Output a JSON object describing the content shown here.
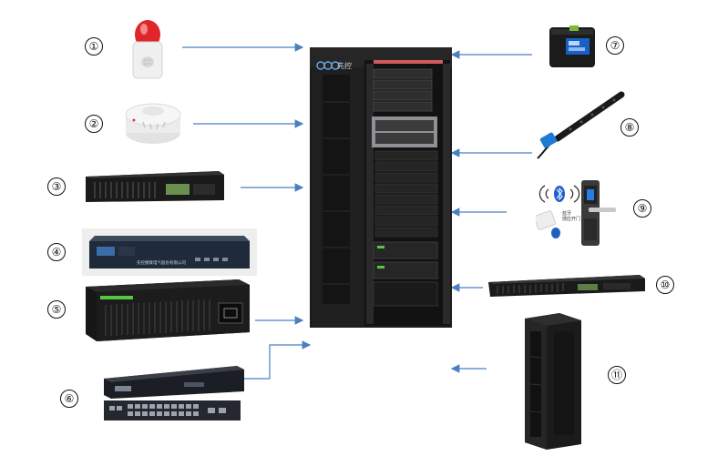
{
  "markers": [
    "①",
    "②",
    "③",
    "④",
    "⑤",
    "⑥",
    "⑦",
    "⑧",
    "⑨",
    "⑩",
    "⑪"
  ],
  "rack": {
    "logo_text": "先控"
  },
  "monitor_panel": {
    "label": "先控捷联电气股份有限公司"
  },
  "door_lock": {
    "label_line1": "蓝牙",
    "label_line2": "感应开门"
  },
  "colors": {
    "arrow": "#4a7fc0",
    "rack": "#1c1c1c",
    "alarm_red": "#e0262a",
    "lcd_blue": "#2a6fd6",
    "accent_green": "#57c742"
  }
}
